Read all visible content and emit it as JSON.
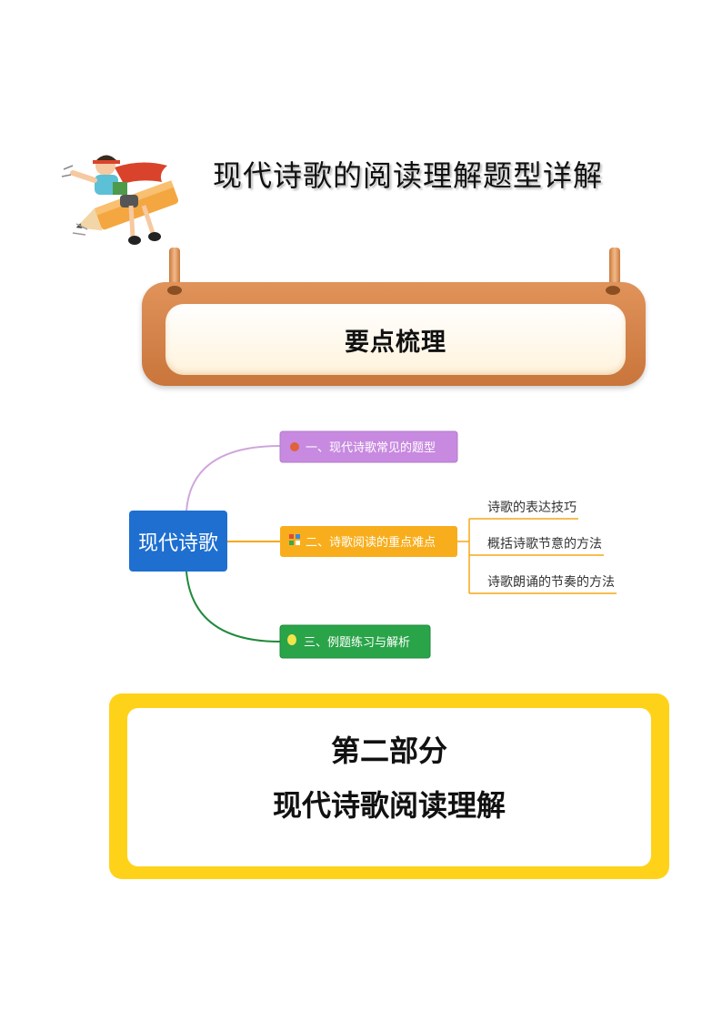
{
  "page": {
    "title": "现代诗歌的阅读理解题型详解"
  },
  "banner": {
    "label": "要点梳理"
  },
  "mindmap": {
    "root": "现代诗歌",
    "branches": [
      {
        "label": "一、现代诗歌常见的题型",
        "color": "#c59ad4",
        "fill": "#c88ae0",
        "icon": "circle-icon"
      },
      {
        "label": "二、诗歌阅读的重点难点",
        "color": "#f5a817",
        "fill": "#f8ae1c",
        "icon": "grid-icon",
        "children": [
          "诗歌的表达技巧",
          "概括诗歌节意的方法",
          "诗歌朗诵的节奏的方法"
        ]
      },
      {
        "label": "三、例题练习与解析",
        "color": "#1f8a3a",
        "fill": "#2aa449",
        "icon": "bulb-icon"
      }
    ],
    "root_color": "#1e6fd0"
  },
  "part": {
    "line1": "第二部分",
    "line2": "现代诗歌阅读理解"
  }
}
